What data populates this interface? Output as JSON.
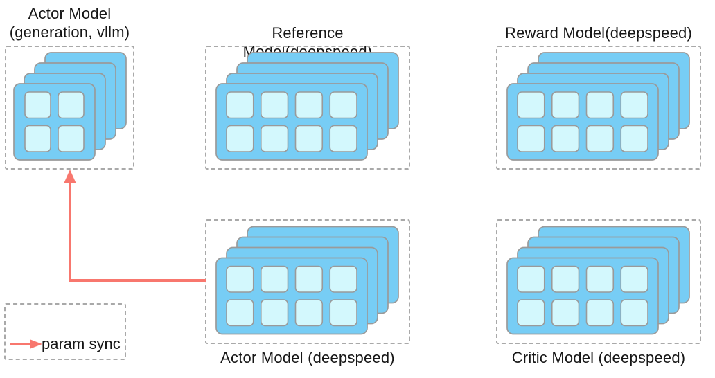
{
  "diagram": {
    "nodes": [
      {
        "id": "actor-generation-vllm",
        "title_line1": "Actor Model",
        "title_line2": "(generation, vllm)",
        "stack": {
          "cards": 4,
          "rows": 2,
          "cols": 2
        }
      },
      {
        "id": "reference-model",
        "title": "Reference Model(deepspeed)",
        "stack": {
          "cards": 4,
          "rows": 2,
          "cols": 4
        }
      },
      {
        "id": "reward-model",
        "title": "Reward Model(deepspeed)",
        "stack": {
          "cards": 4,
          "rows": 2,
          "cols": 4
        }
      },
      {
        "id": "actor-model-deepspeed",
        "title": "Actor Model (deepspeed)",
        "stack": {
          "cards": 4,
          "rows": 2,
          "cols": 4
        }
      },
      {
        "id": "critic-model",
        "title": "Critic Model (deepspeed)",
        "stack": {
          "cards": 4,
          "rows": 2,
          "cols": 4
        }
      }
    ],
    "edges": [
      {
        "from": "actor-model-deepspeed",
        "to": "actor-generation-vllm",
        "type": "param sync"
      }
    ],
    "legend": {
      "arrow_label": "param sync"
    },
    "colors": {
      "background": "#ffffff",
      "card_fill": "#77cdf5",
      "card_border": "#9a9a9a",
      "cell_fill": "#d3f8fd",
      "cell_border": "#9a9a9a",
      "dashed_border": "#a9a9a9",
      "arrow": "#f8776e",
      "text": "#161616"
    }
  }
}
